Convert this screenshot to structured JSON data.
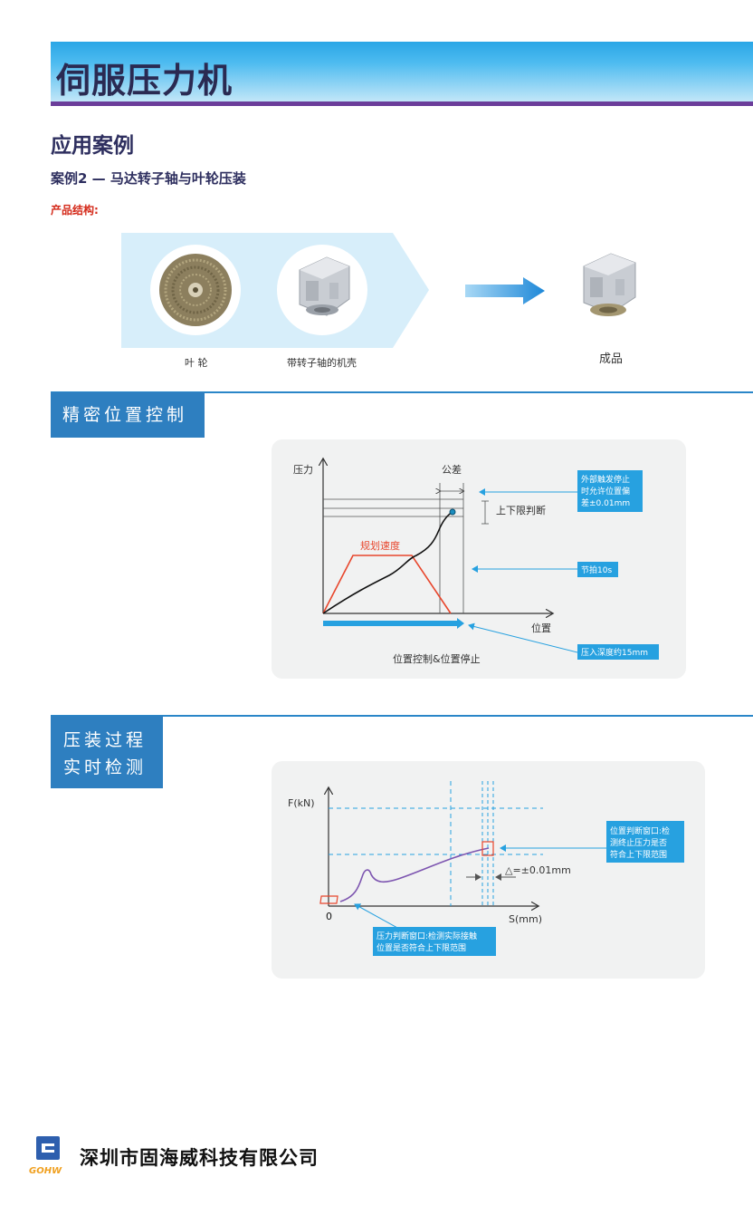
{
  "header": {
    "title": "伺服压力机"
  },
  "section": {
    "title": "应用案例"
  },
  "case": {
    "title": "案例2 — 马达转子轴与叶轮压装",
    "structure_label": "产品结构:"
  },
  "product": {
    "impeller_caption": "叶 轮",
    "housing_caption": "带转子轴的机壳",
    "finished_caption": "成品"
  },
  "position_control": {
    "heading": "精密位置控制",
    "chart": {
      "y_label": "压力",
      "x_label": "位置",
      "tolerance_label": "公差",
      "limit_label": "上下限判断",
      "speed_label": "规划速度",
      "bottom_caption": "位置控制&位置停止",
      "callout_stop": [
        "外部触发停止",
        "时允许位置偏",
        "差±0.01mm"
      ],
      "callout_cycle": "节拍10s",
      "callout_depth": "压入深度约15mm"
    }
  },
  "realtime_detection": {
    "heading_line1": "压装过程",
    "heading_line2": "实时检测",
    "chart": {
      "y_label": "F(kN)",
      "x_label": "S(mm)",
      "origin_label": "0",
      "delta_label": "△=±0.01mm",
      "callout_position_window": [
        "位置判断窗口:检",
        "测终止压力是否",
        "符合上下限范围"
      ],
      "callout_force_window": [
        "压力判断窗口:检测实际接触",
        "位置是否符合上下限范围"
      ]
    }
  },
  "footer": {
    "company": "深圳市固海威科技有限公司",
    "logo_text": "GOHW"
  },
  "colors": {
    "accent_blue": "#2e7fc0",
    "callout_blue": "#27a1e0",
    "header_purple": "#6b3d9a",
    "speed_red": "#e8462c",
    "curve_purple": "#7d55b0"
  }
}
